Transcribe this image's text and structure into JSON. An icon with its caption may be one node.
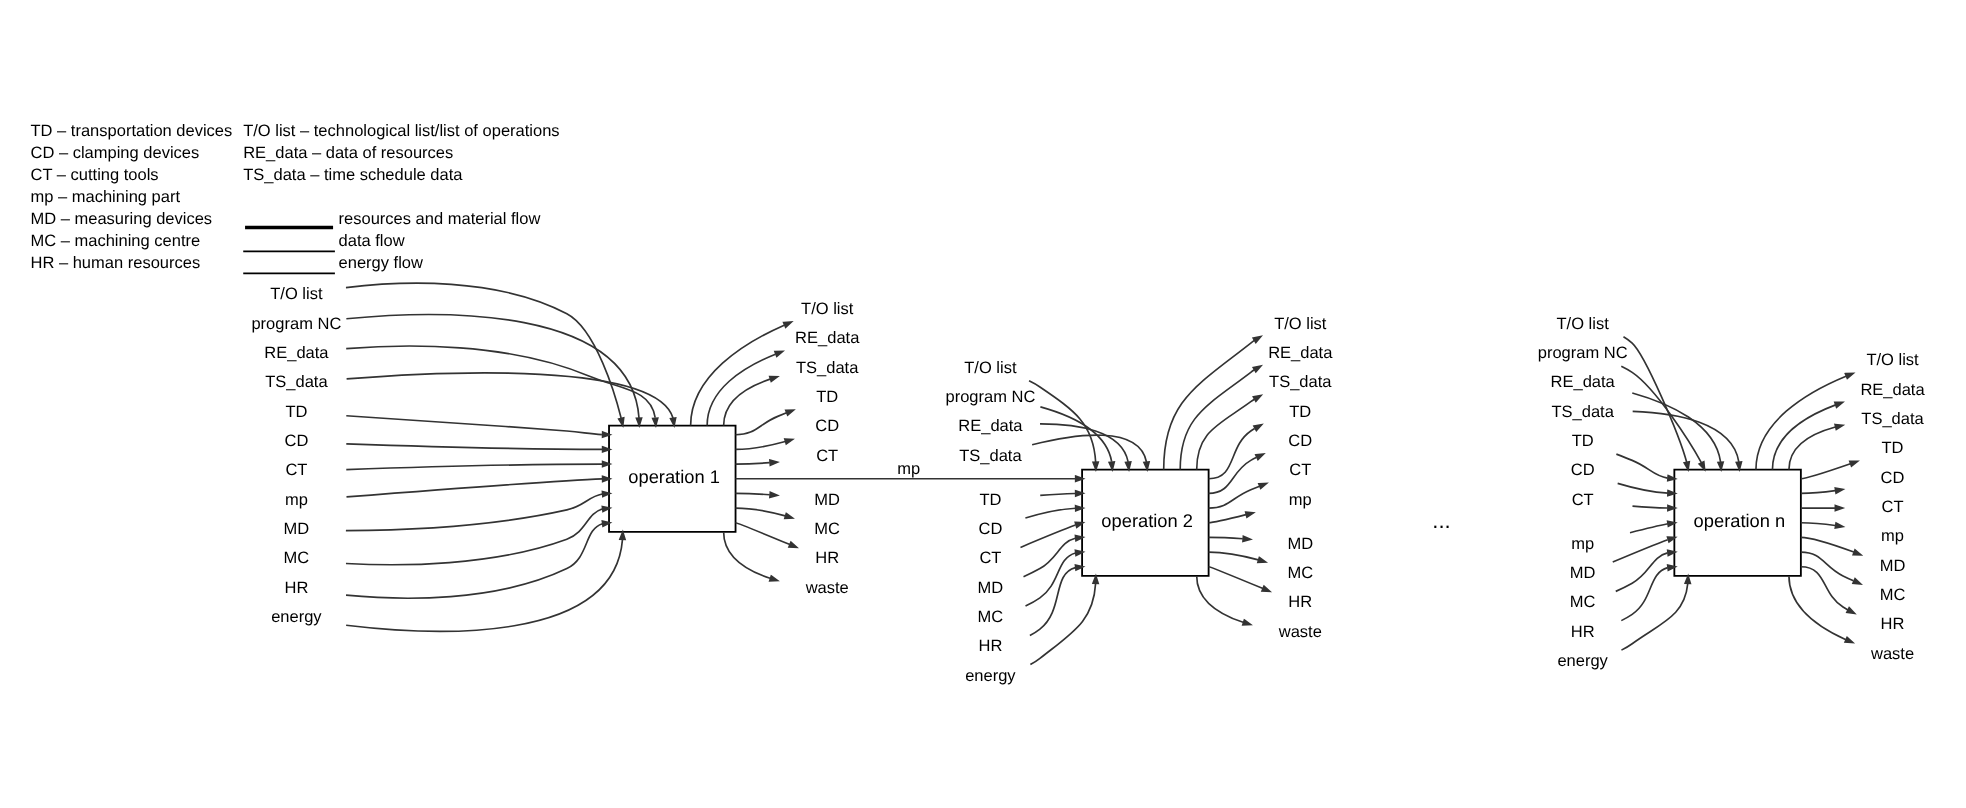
{
  "diagram": {
    "nodes": [
      {
        "text": [
          "T/O list"
        ]
      },
      {
        "text": [
          "program NC"
        ]
      },
      {
        "text": [
          "RE_data"
        ]
      },
      {
        "text": [
          "TS_data"
        ]
      },
      {
        "text": [
          "TD"
        ]
      },
      {
        "text": [
          "CD"
        ]
      },
      {
        "text": [
          "CT"
        ]
      },
      {
        "text": [
          "mp"
        ]
      },
      {
        "text": [
          "MD"
        ]
      },
      {
        "text": [
          "MC"
        ]
      },
      {
        "text": [
          "HR"
        ]
      },
      {
        "text": [
          "energy"
        ]
      },
      {
        "text": [
          "operation 1"
        ]
      },
      {
        "text": [
          "T/O list"
        ]
      },
      {
        "text": [
          "RE_data"
        ]
      },
      {
        "text": [
          "TS_data"
        ]
      },
      {
        "text": [
          "TD"
        ]
      },
      {
        "text": [
          "CD"
        ]
      },
      {
        "text": [
          "CT"
        ]
      },
      {
        "text": [
          "MD"
        ]
      },
      {
        "text": [
          "MC"
        ]
      },
      {
        "text": [
          "HR"
        ]
      },
      {
        "text": [
          "waste"
        ]
      },
      {
        "text": [
          "T/O list"
        ]
      },
      {
        "text": [
          "program NC"
        ]
      },
      {
        "text": [
          "RE_data"
        ]
      },
      {
        "text": [
          "TS_data"
        ]
      },
      {
        "text": [
          "TD"
        ]
      },
      {
        "text": [
          "CD"
        ]
      },
      {
        "text": [
          "CT"
        ]
      },
      {
        "text": [
          "MD"
        ]
      },
      {
        "text": [
          "MC"
        ]
      },
      {
        "text": [
          "HR"
        ]
      },
      {
        "text": [
          "energy"
        ]
      },
      {
        "text": [
          "operation 2"
        ]
      },
      {
        "text": [
          "T/O list"
        ]
      },
      {
        "text": [
          "RE_data"
        ]
      },
      {
        "text": [
          "TS_data"
        ]
      },
      {
        "text": [
          "TD"
        ]
      },
      {
        "text": [
          "CD"
        ]
      },
      {
        "text": [
          "CT"
        ]
      },
      {
        "text": [
          "mp"
        ]
      },
      {
        "text": [
          "MD"
        ]
      },
      {
        "text": [
          "MC"
        ]
      },
      {
        "text": [
          "HR"
        ]
      },
      {
        "text": [
          "waste"
        ]
      },
      {
        "text": [
          "T/O list"
        ]
      },
      {
        "text": [
          "program NC"
        ]
      },
      {
        "text": [
          "RE_data"
        ]
      },
      {
        "text": [
          "TS_data"
        ]
      },
      {
        "text": [
          "TD"
        ]
      },
      {
        "text": [
          "CD"
        ]
      },
      {
        "text": [
          "CT"
        ]
      },
      {
        "text": [
          "mp"
        ]
      },
      {
        "text": [
          "MD"
        ]
      },
      {
        "text": [
          "MC"
        ]
      },
      {
        "text": [
          "HR"
        ]
      },
      {
        "text": [
          "energy"
        ]
      },
      {
        "text": [
          "operation n"
        ]
      },
      {
        "text": [
          "T/O list"
        ]
      },
      {
        "text": [
          "RE_data"
        ]
      },
      {
        "text": [
          "TS_data"
        ]
      },
      {
        "text": [
          "TD"
        ]
      },
      {
        "text": [
          "CD"
        ]
      },
      {
        "text": [
          "CT"
        ]
      },
      {
        "text": [
          "mp"
        ]
      },
      {
        "text": [
          "MD"
        ]
      },
      {
        "text": [
          "MC"
        ]
      },
      {
        "text": [
          "HR"
        ]
      },
      {
        "text": [
          "waste"
        ]
      }
    ],
    "edges": [
      {
        "from": 0,
        "to": 12,
        "arrow": "to"
      },
      {
        "from": 1,
        "to": 12,
        "arrow": "to"
      },
      {
        "from": 2,
        "to": 12,
        "arrow": "to"
      },
      {
        "from": 3,
        "to": 12,
        "arrow": "to"
      },
      {
        "from": 4,
        "to": 12,
        "arrow": "to"
      },
      {
        "from": 5,
        "to": 12,
        "arrow": "to"
      },
      {
        "from": 6,
        "to": 12,
        "arrow": "to"
      },
      {
        "from": 7,
        "to": 12,
        "arrow": "to"
      },
      {
        "from": 8,
        "to": 12,
        "arrow": "to"
      },
      {
        "from": 9,
        "to": 12,
        "arrow": "to"
      },
      {
        "from": 10,
        "to": 12,
        "arrow": "to"
      },
      {
        "from": 11,
        "to": 12,
        "arrow": "to"
      },
      {
        "from": 12,
        "to": 13,
        "arrow": "to"
      },
      {
        "from": 12,
        "to": 14,
        "arrow": "to"
      },
      {
        "from": 12,
        "to": 15,
        "arrow": "to"
      },
      {
        "from": 12,
        "to": 16,
        "arrow": "to"
      },
      {
        "from": 12,
        "to": 17,
        "arrow": "to"
      },
      {
        "from": 12,
        "to": 18,
        "arrow": "to"
      },
      {
        "from": 12,
        "to": 34,
        "label": "mp",
        "arrow": "to"
      },
      {
        "from": 12,
        "to": 19,
        "arrow": "to"
      },
      {
        "from": 12,
        "to": 20,
        "arrow": "to"
      },
      {
        "from": 12,
        "to": 21,
        "arrow": "to"
      },
      {
        "from": 12,
        "to": 22,
        "arrow": "to"
      },
      {
        "from": 23,
        "to": 34,
        "arrow": "to"
      },
      {
        "from": 24,
        "to": 34,
        "arrow": "to"
      },
      {
        "from": 25,
        "to": 34,
        "arrow": "to"
      },
      {
        "from": 26,
        "to": 34,
        "arrow": "to"
      },
      {
        "from": 27,
        "to": 34,
        "arrow": "to"
      },
      {
        "from": 28,
        "to": 34,
        "arrow": "to"
      },
      {
        "from": 29,
        "to": 34,
        "arrow": "to"
      },
      {
        "from": 30,
        "to": 34,
        "arrow": "to"
      },
      {
        "from": 31,
        "to": 34,
        "arrow": "to"
      },
      {
        "from": 32,
        "to": 34,
        "arrow": "to"
      },
      {
        "from": 33,
        "to": 34,
        "arrow": "to"
      },
      {
        "from": 34,
        "to": 35,
        "arrow": "to"
      },
      {
        "from": 34,
        "to": 36,
        "arrow": "to"
      },
      {
        "from": 34,
        "to": 37,
        "arrow": "to"
      },
      {
        "from": 34,
        "to": 38,
        "arrow": "to"
      },
      {
        "from": 34,
        "to": 39,
        "arrow": "to"
      },
      {
        "from": 34,
        "to": 40,
        "arrow": "to"
      },
      {
        "from": 34,
        "to": 41,
        "arrow": "to"
      },
      {
        "from": 34,
        "to": 42,
        "arrow": "to"
      },
      {
        "from": 34,
        "to": 43,
        "arrow": "to"
      },
      {
        "from": 34,
        "to": 44,
        "arrow": "to"
      },
      {
        "from": 34,
        "to": 45,
        "arrow": "to"
      },
      {
        "from": 46,
        "to": 58,
        "arrow": "to"
      },
      {
        "from": 47,
        "to": 58,
        "arrow": "to"
      },
      {
        "from": 48,
        "to": 58,
        "arrow": "to"
      },
      {
        "from": 49,
        "to": 58,
        "arrow": "to"
      },
      {
        "from": 50,
        "to": 58,
        "arrow": "to"
      },
      {
        "from": 51,
        "to": 58,
        "arrow": "to"
      },
      {
        "from": 52,
        "to": 58,
        "arrow": "to"
      },
      {
        "from": 53,
        "to": 58,
        "arrow": "to"
      },
      {
        "from": 54,
        "to": 58,
        "arrow": "to"
      },
      {
        "from": 55,
        "to": 58,
        "arrow": "to"
      },
      {
        "from": 56,
        "to": 58,
        "arrow": "to"
      },
      {
        "from": 57,
        "to": 58,
        "arrow": "to"
      },
      {
        "from": 58,
        "to": 59,
        "arrow": "to"
      },
      {
        "from": 58,
        "to": 60,
        "arrow": "to"
      },
      {
        "from": 58,
        "to": 61,
        "arrow": "to"
      },
      {
        "from": 58,
        "to": 62,
        "arrow": "to"
      },
      {
        "from": 58,
        "to": 63,
        "arrow": "to"
      },
      {
        "from": 58,
        "to": 64,
        "arrow": "to"
      },
      {
        "from": 58,
        "to": 65,
        "arrow": "to"
      },
      {
        "from": 58,
        "to": 66,
        "arrow": "to"
      },
      {
        "from": 58,
        "to": 67,
        "arrow": "to"
      },
      {
        "from": 58,
        "to": 68,
        "arrow": "to"
      },
      {
        "from": 58,
        "to": 69,
        "arrow": "to"
      }
    ],
    "labels": [
      "...",
      "TD – transportation devices",
      "CD – clamping devices",
      "CT – cutting tools",
      "mp – machining part",
      "MD – measuring devices",
      "MC – machining centre",
      "HR – human resources",
      "T/O list – technological list/list of operations",
      "RE_data – data of resources",
      "TS_data – time schedule data"
    ],
    "legend": [
      {
        "text": "resources and material flow"
      },
      {
        "text": "data flow"
      },
      {
        "text": "energy flow"
      }
    ]
  }
}
